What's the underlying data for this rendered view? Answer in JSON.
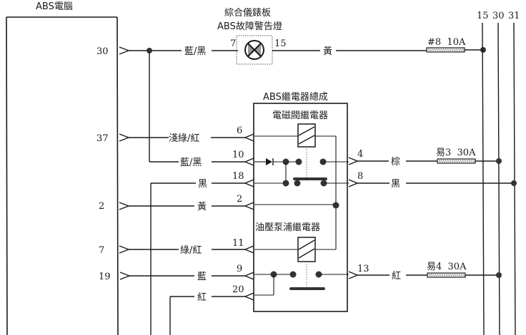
{
  "diagram": {
    "ecu": {
      "title": "ABS電腦",
      "pins": [
        "30",
        "37",
        "2",
        "7",
        "19"
      ]
    },
    "warning_lamp": {
      "title_line1": "綜合儀錶板",
      "title_line2": "ABS故障警告燈",
      "pin_in": "7",
      "pin_out": "15"
    },
    "relay_assembly": {
      "title": "ABS繼電器總成",
      "solenoid_relay": "電磁閥繼電器",
      "pump_relay": "油壓泵浦繼電器",
      "left_pins": [
        "6",
        "10",
        "18",
        "2",
        "11",
        "9",
        "20"
      ],
      "right_pins": [
        "4",
        "8",
        "13"
      ]
    },
    "bus": {
      "labels": [
        "15",
        "30",
        "31"
      ]
    },
    "wires": {
      "w30_ecu": "藍/黑",
      "w_lamp_out": "黃",
      "w37": "淺綠/紅",
      "w10": "藍/黑",
      "w18": "黑",
      "w2": "黃",
      "w7": "綠/紅",
      "w19": "藍",
      "w20": "紅",
      "w4": "棕",
      "w8": "黑",
      "w13": "紅"
    },
    "fuses": {
      "f1": "#8  10A",
      "f2": "易3  30A",
      "f3": "易4  30A"
    }
  }
}
